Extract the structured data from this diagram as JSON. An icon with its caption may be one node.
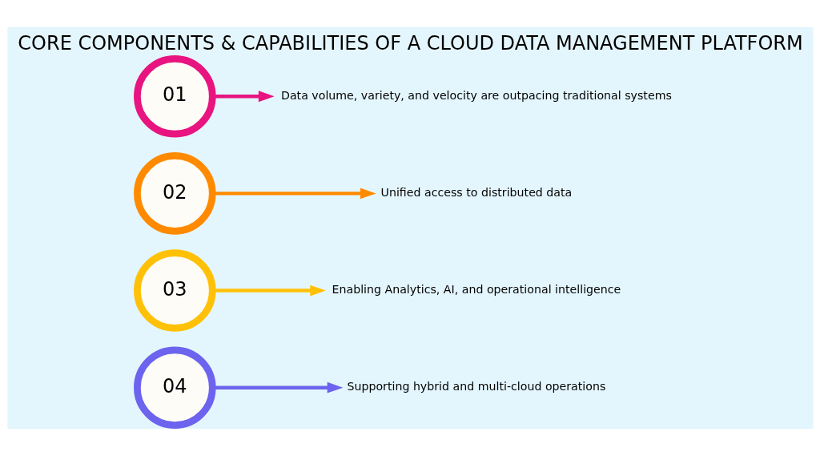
{
  "diagram": {
    "title": "CORE COMPONENTS & CAPABILITIES OF A CLOUD DATA MANAGEMENT PLATFORM",
    "nodes": [
      {
        "text": [
          "01"
        ]
      },
      {
        "text": [
          "Data volume, variety, and velocity are outpacing traditional systems"
        ]
      },
      {
        "text": [
          "02"
        ]
      },
      {
        "text": [
          "Unified access to distributed data"
        ]
      },
      {
        "text": [
          "03"
        ]
      },
      {
        "text": [
          "Enabling Analytics, AI, and operational intelligence"
        ]
      },
      {
        "text": [
          "04"
        ]
      },
      {
        "text": [
          "Supporting hybrid and multi-cloud operations"
        ]
      }
    ],
    "edges": [
      {
        "from": 0,
        "to": 1,
        "arrow": "to",
        "color": "#e8147f"
      },
      {
        "from": 2,
        "to": 3,
        "arrow": "to",
        "color": "#ff8a00"
      },
      {
        "from": 4,
        "to": 5,
        "arrow": "to",
        "color": "#ffc107"
      },
      {
        "from": 6,
        "to": 7,
        "arrow": "to",
        "color": "#6c63ee"
      }
    ]
  }
}
